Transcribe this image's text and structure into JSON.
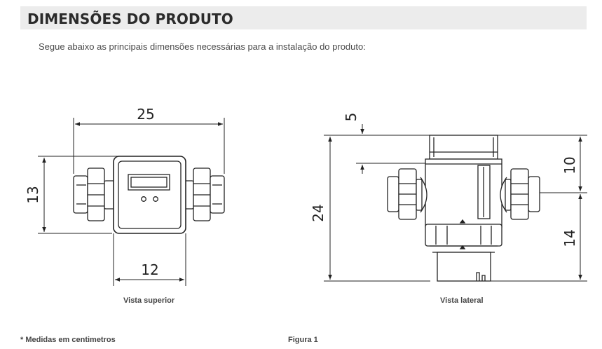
{
  "header": {
    "title": "DIMENSÕES DO PRODUTO"
  },
  "intro": "Segue abaixo as principais dimensões necessárias para a instalação do produto:",
  "top_view": {
    "dim_width": "25",
    "dim_height": "13",
    "dim_body": "12",
    "caption": "Vista superior"
  },
  "side_view": {
    "dim_5": "5",
    "dim_24": "24",
    "dim_10": "10",
    "dim_14": "14",
    "caption": "Vista lateral"
  },
  "footer": {
    "note": "* Medidas em centimetros",
    "figure": "Figura 1"
  }
}
